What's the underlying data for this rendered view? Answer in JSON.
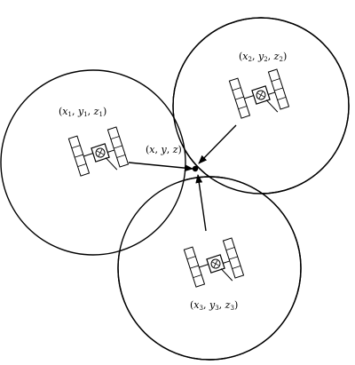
{
  "diagram": {
    "colors": {
      "stroke": "#000000",
      "background": "#ffffff"
    },
    "receiver": {
      "label": {
        "open": "(",
        "x": "x",
        "sep1": ", ",
        "y": "y",
        "sep2": ", ",
        "z": "z",
        "close": ")"
      }
    },
    "satellites": [
      {
        "label": {
          "open": "(",
          "x": "x",
          "sub1": "1",
          "sep1": ", ",
          "y": "y",
          "sub2": "1",
          "sep2": ", ",
          "z": "z",
          "sub3": "1",
          "close": ")"
        }
      },
      {
        "label": {
          "open": "(",
          "x": "x",
          "sub1": "2",
          "sep1": ", ",
          "y": "y",
          "sub2": "2",
          "sep2": ", ",
          "z": "z",
          "sub3": "2",
          "close": ")"
        }
      },
      {
        "label": {
          "open": "(",
          "x": "x",
          "sub1": "3",
          "sep1": ", ",
          "y": "y",
          "sub2": "3",
          "sep2": ", ",
          "z": "z",
          "sub3": "3",
          "close": ")"
        }
      }
    ],
    "icons": {
      "satellite": "satellite-icon",
      "receiver": "receiver-point-icon"
    }
  }
}
